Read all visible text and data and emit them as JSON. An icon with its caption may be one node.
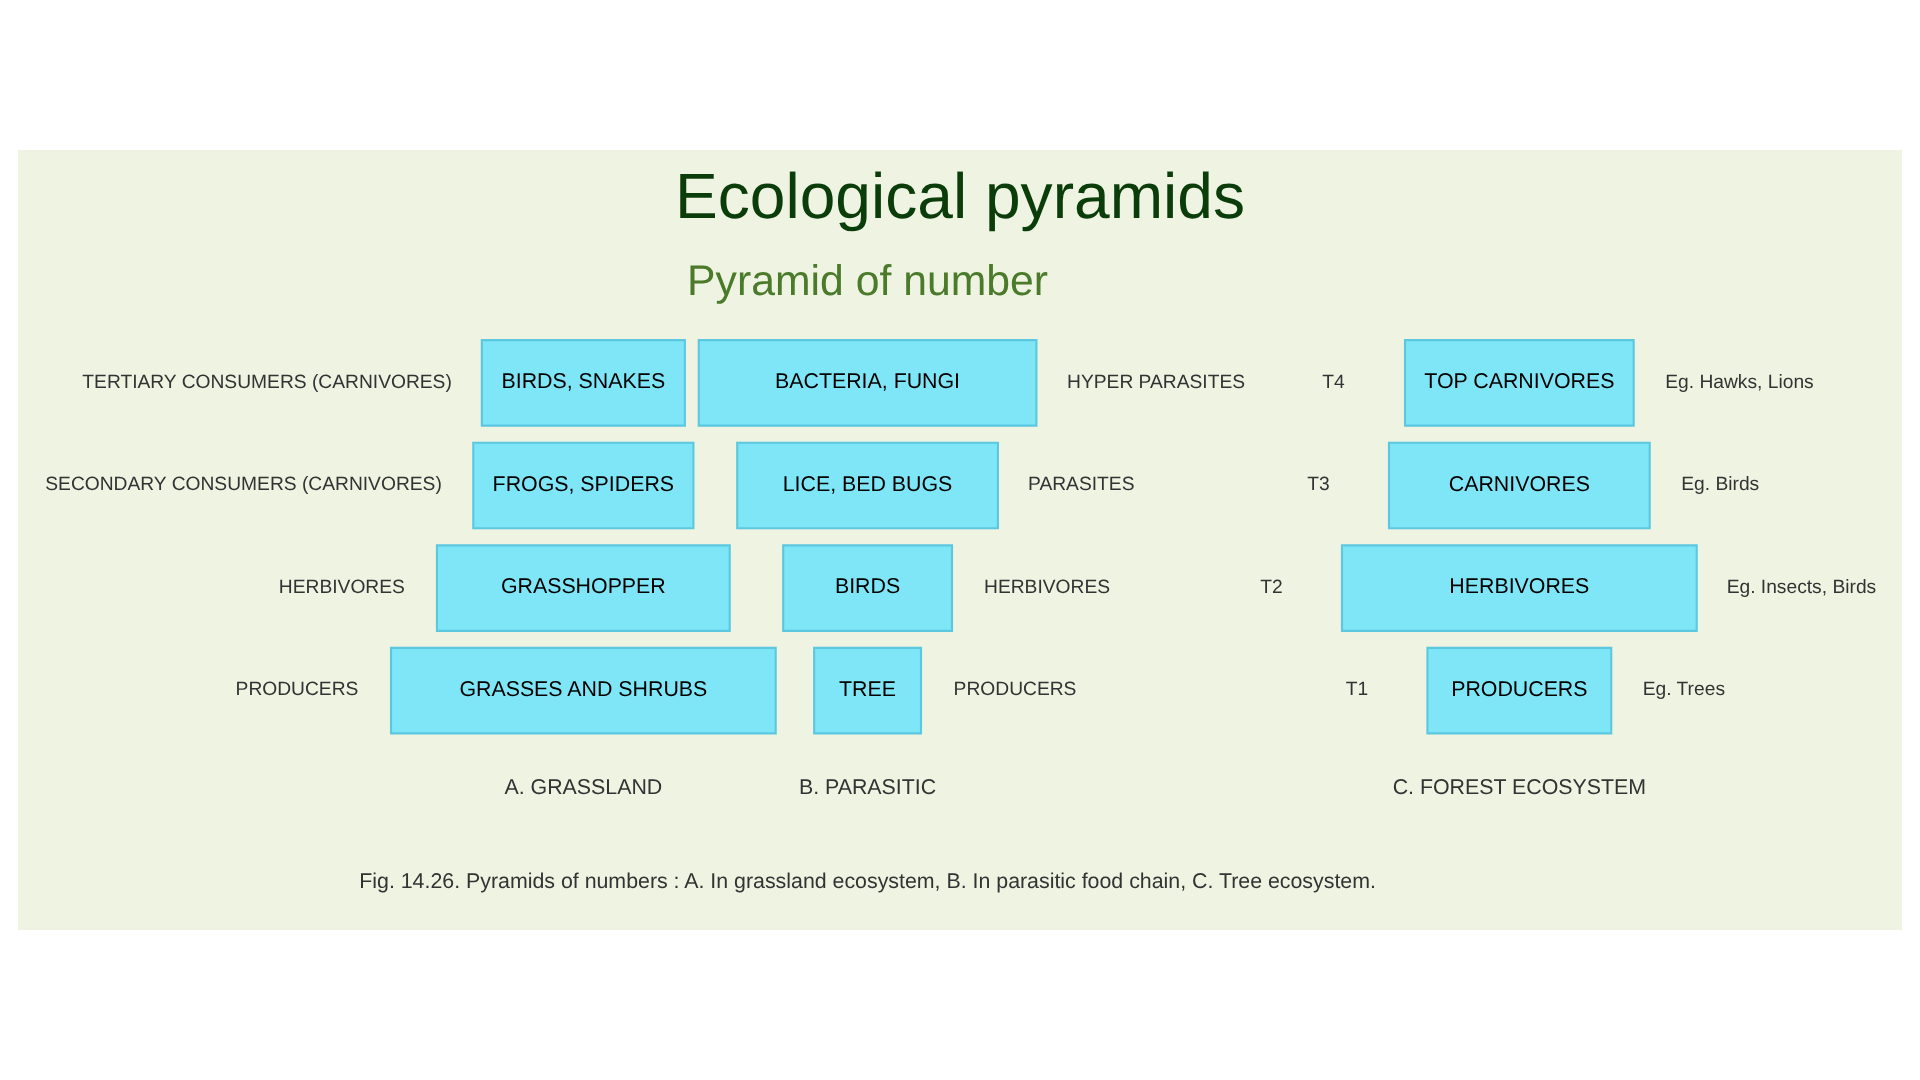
{
  "diagram": {
    "title": "Ecological pyramids",
    "nodes": [
      {
        "text": [
          "BIRDS, SNAKES"
        ],
        "beside": [
          "TERTIARY CONSUMERS (CARNIVORES)"
        ]
      },
      {
        "text": [
          "FROGS, SPIDERS"
        ],
        "beside": [
          "SECONDARY CONSUMERS (CARNIVORES)"
        ]
      },
      {
        "text": [
          "GRASSHOPPER"
        ],
        "beside": [
          "HERBIVORES"
        ]
      },
      {
        "text": [
          "GRASSES AND SHRUBS"
        ],
        "beside": [
          "PRODUCERS"
        ]
      },
      {
        "text": [
          "BACTERIA, FUNGI"
        ],
        "beside": [
          "HYPER PARASITES"
        ]
      },
      {
        "text": [
          "LICE, BED BUGS"
        ],
        "beside": [
          "PARASITES"
        ]
      },
      {
        "text": [
          "BIRDS"
        ],
        "beside": [
          "HERBIVORES"
        ]
      },
      {
        "text": [
          "TREE"
        ],
        "beside": [
          "PRODUCERS"
        ]
      },
      {
        "text": [
          "TOP CARNIVORES"
        ],
        "beside": [
          "T4",
          "Eg. Hawks, Lions"
        ]
      },
      {
        "text": [
          "CARNIVORES"
        ],
        "beside": [
          "T3",
          "Eg. Birds"
        ]
      },
      {
        "text": [
          "HERBIVORES"
        ],
        "beside": [
          "T2",
          "Eg. Insects, Birds"
        ]
      },
      {
        "text": [
          "PRODUCERS"
        ],
        "beside": [
          "T1",
          "Eg. Trees"
        ]
      }
    ],
    "edges": [],
    "labels": [
      "Pyramid of number",
      "A. GRASSLAND",
      "B. PARASITIC",
      "C. FOREST ECOSYSTEM",
      "Fig. 14.26. Pyramids of numbers : A. In grassland ecosystem, B. In parasitic food chain, C. Tree ecosystem."
    ]
  }
}
